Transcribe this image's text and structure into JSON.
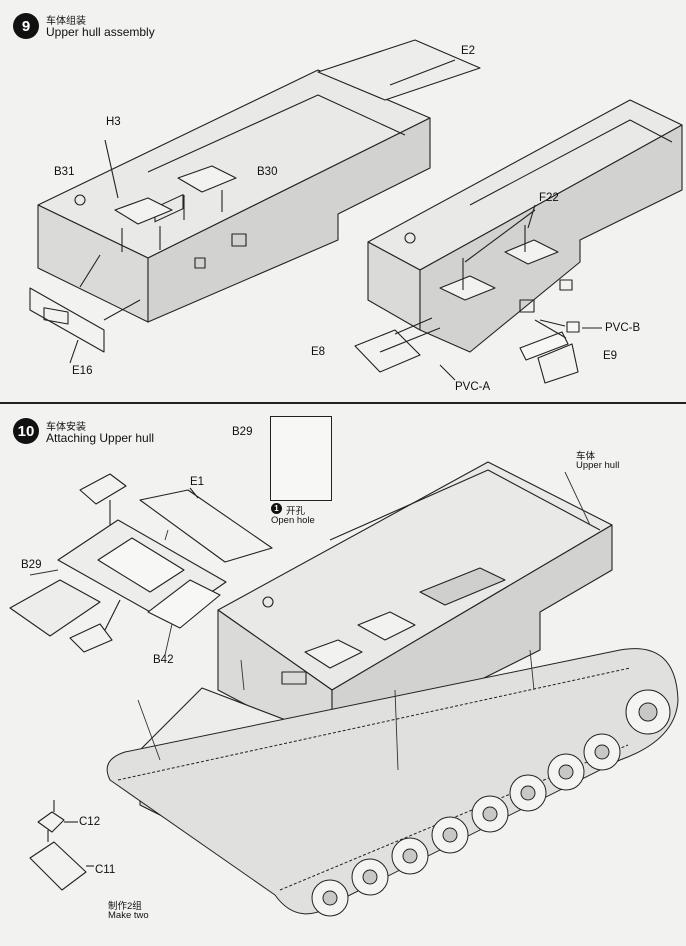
{
  "step9": {
    "number": "9",
    "title_cn": "车体组装",
    "title_en": "Upper hull assembly",
    "labels": {
      "e2": "E2",
      "h3": "H3",
      "b31": "B31",
      "b30": "B30",
      "f22": "F22",
      "e16": "E16",
      "pvcb": "PVC-B",
      "e8": "E8",
      "e9": "E9",
      "pvca": "PVC-A"
    }
  },
  "step10": {
    "number": "10",
    "title_cn": "车体安装",
    "title_en": "Attaching Upper hull",
    "labels": {
      "b29_detail": "B29",
      "open_hole_num": "1",
      "open_hole_cn": "开孔",
      "open_hole_en": "Open hole",
      "upper_hull_cn": "车体",
      "upper_hull_en": "Upper hull",
      "e1": "E1",
      "b29": "B29",
      "b42": "B42",
      "c12": "C12",
      "c11": "C11",
      "make_two_cn": "制作2组",
      "make_two_en": "Make two"
    }
  }
}
